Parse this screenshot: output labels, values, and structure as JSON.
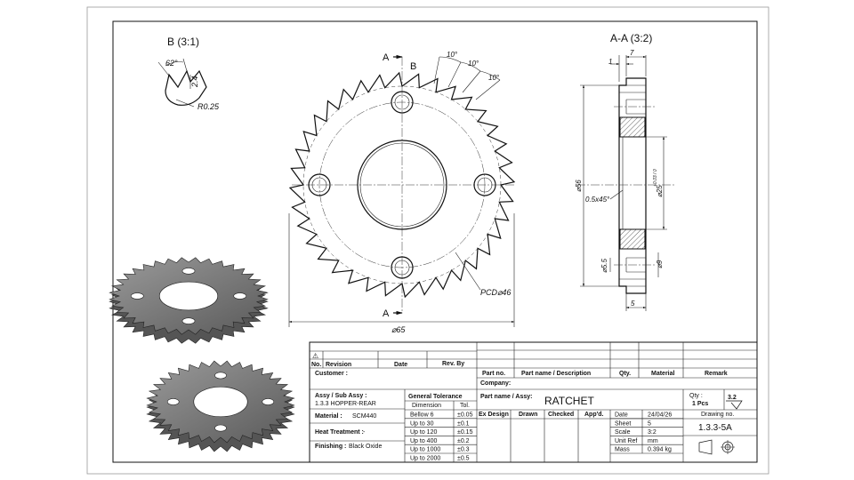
{
  "views": {
    "detail_b": {
      "title": "B (3:1)",
      "angle": "62°",
      "depth": "2.4",
      "radius": "R0.25"
    },
    "front": {
      "section_mark": "A",
      "detail_mark": "B",
      "pitch_angles": [
        "10°",
        "10°",
        "10°"
      ],
      "pcd": "PCD⌀46",
      "outer_dia": "⌀65"
    },
    "section_aa": {
      "title": "A-A (3:2)",
      "dim_top_1": "1",
      "dim_top_7": "7",
      "outer_dia": "⌀56",
      "chamfer": "0.5x45°",
      "bore": "⌀25",
      "bore_tol": "+0.03 / 0",
      "hole_small": "⌀5.5",
      "hole": "⌀9",
      "dim_bottom": "5"
    }
  },
  "title_block": {
    "rev_symbol": "⚠",
    "rev_headers": [
      "No.",
      "Revision",
      "Date",
      "Rev. By"
    ],
    "customer_label": "Customer :",
    "company_label": "Company:",
    "assy_label": "Assy / Sub Assy :",
    "assy_value": "1.3.3  HOPPER-REAR",
    "material_label": "Material :",
    "material_value": "SCM440",
    "heat_label": "Heat Treatment :",
    "heat_value": "-",
    "finishing_label": "Finishing :",
    "finishing_value": "Black Oxide",
    "tolerance": {
      "title": "General Tolerance",
      "headers": [
        "Dimension",
        "Tol."
      ],
      "rows": [
        [
          "Bellow 6",
          "±0.05"
        ],
        [
          "Up to 30",
          "±0.1"
        ],
        [
          "Up to 120",
          "±0.15"
        ],
        [
          "Up to 400",
          "±0.2"
        ],
        [
          "Up to 1000",
          "±0.3"
        ],
        [
          "Up to 2000",
          "±0.5"
        ]
      ]
    },
    "parts_headers": [
      "Part no.",
      "Part name / Description",
      "Qty.",
      "Material",
      "Remark"
    ],
    "part_name_label": "Part name / Assy:",
    "part_name": "RATCHET",
    "qty_label": "Qty :",
    "qty_value": "1 Pcs",
    "roughness": "3.2",
    "ex_headers": [
      "Ex Design",
      "Drawn",
      "Checked",
      "App'd."
    ],
    "info": [
      [
        "Date",
        "24/04/26"
      ],
      [
        "Sheet",
        "5"
      ],
      [
        "Scale",
        "3:2"
      ],
      [
        "Unit Ref",
        "mm"
      ],
      [
        "Mass",
        "0.394 kg"
      ]
    ],
    "drawing_no_label": "Drawing no.",
    "drawing_no": "1.3.3-5A"
  }
}
